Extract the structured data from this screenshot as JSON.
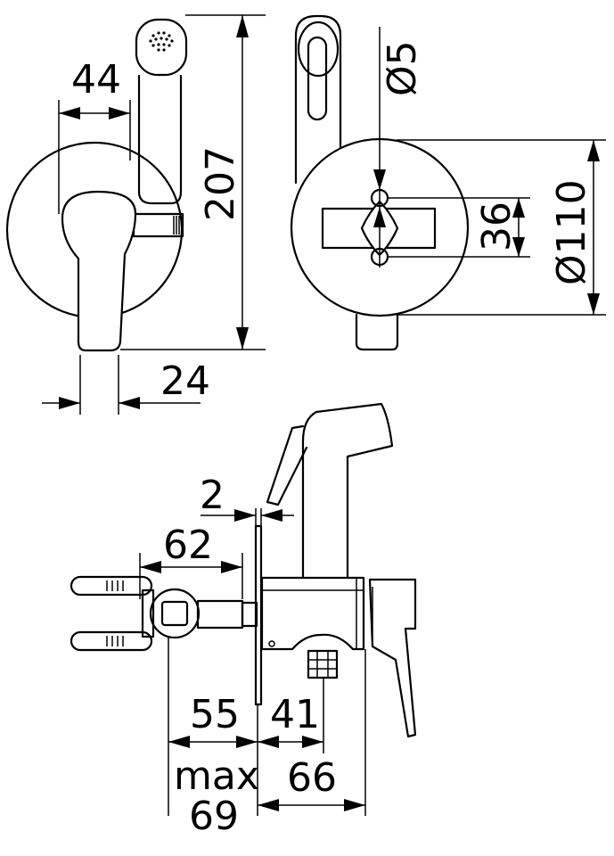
{
  "drawing": {
    "colors": {
      "line": "#000000",
      "background": "#ffffff"
    },
    "dimensions": {
      "spout_offset": "44",
      "overall_height": "207",
      "pin_diameter": "Ø5",
      "pin_spacing": "36",
      "plate_diameter": "Ø110",
      "handle_width": "24",
      "plate_thickness": "2",
      "box_width": "62",
      "box_depth": "55",
      "outlet_offset": "41",
      "max_label": "max",
      "max_depth": "69",
      "body_length": "66"
    }
  }
}
